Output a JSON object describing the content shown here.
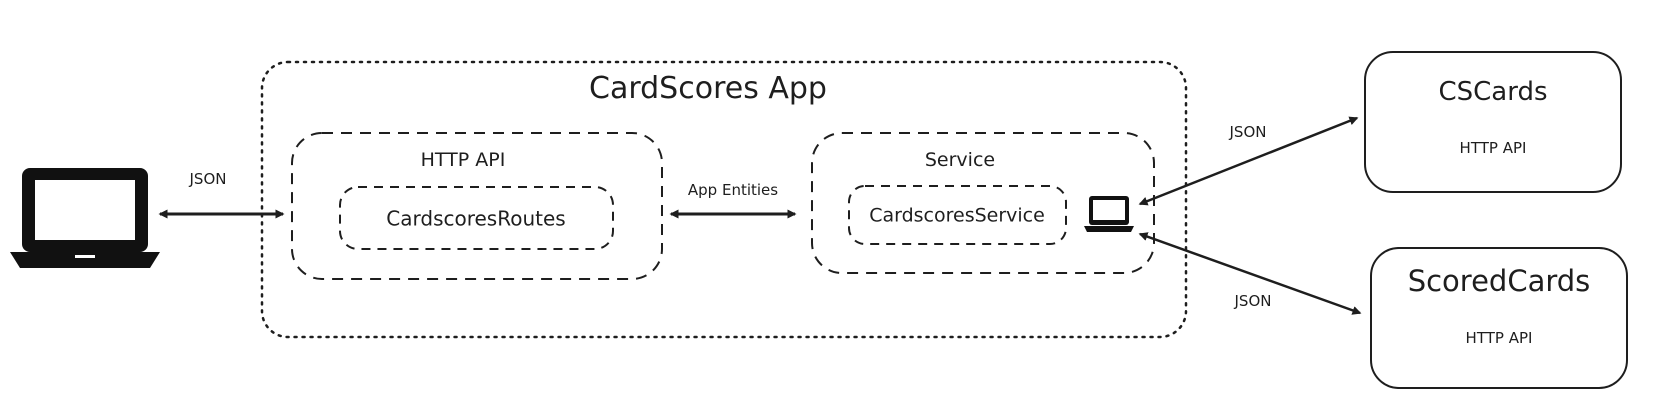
{
  "app": {
    "title": "CardScores App",
    "http_api": {
      "title": "HTTP API",
      "routes": "CardscoresRoutes"
    },
    "service": {
      "title": "Service",
      "component": "CardscoresService"
    },
    "internal_link": "App Entities"
  },
  "client_link": "JSON",
  "externals": [
    {
      "name": "CSCards",
      "subtitle": "HTTP API",
      "link_label": "JSON"
    },
    {
      "name": "ScoredCards",
      "subtitle": "HTTP API",
      "link_label": "JSON"
    }
  ],
  "icons": {
    "client": "laptop-icon",
    "service": "laptop-icon"
  }
}
